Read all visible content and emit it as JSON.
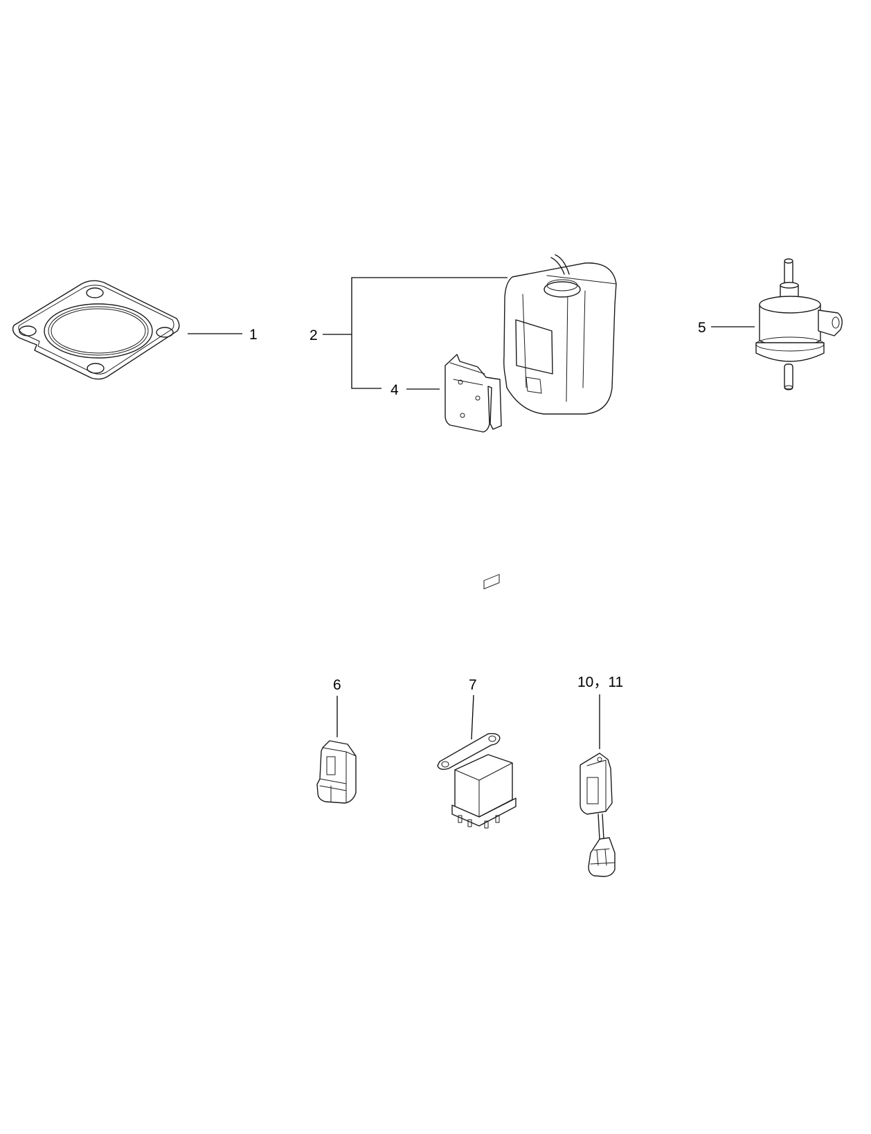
{
  "callouts": {
    "c1": "1",
    "c2": "2",
    "c4": "4",
    "c5": "5",
    "c6": "6",
    "c7": "7",
    "c10_11": "10，11"
  },
  "parts": {
    "p1": "gasket-icon",
    "p2": "reservoir-tank-icon",
    "p4": "bracket-icon",
    "p5": "fuel-pump-icon",
    "p6": "connector-icon",
    "p7": "relay-icon",
    "p10_11": "sensor-module-icon"
  },
  "colors": {
    "line": "#1a1a1a",
    "background": "#ffffff"
  }
}
